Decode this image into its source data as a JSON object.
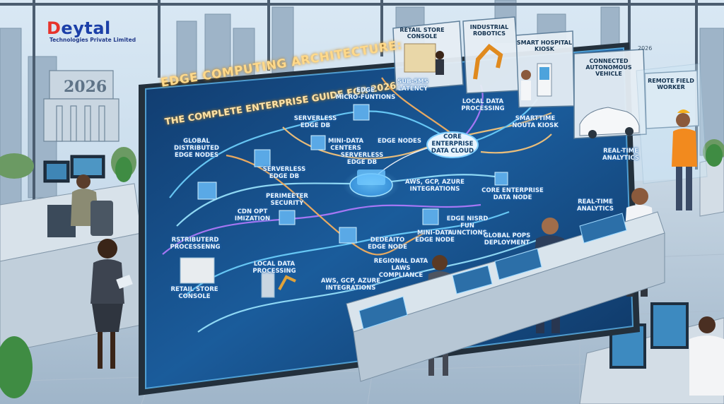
{
  "brand": {
    "name": "eytal",
    "subtitle": "Technologies Private Limited",
    "colors": {
      "primary": "#1b3fa8",
      "accent": "#e7332b"
    }
  },
  "title": {
    "line1": "Edge Computing Architecture:",
    "line2": "The Complete Enterprise Guide for 2026"
  },
  "background": {
    "building_sign": "2026",
    "building_sign_small": "2026"
  },
  "board_labels": {
    "global_edge_nodes": "Global\nDistributed\nEdge Nodes",
    "serverless_edge_db_top": "Serverless\nEdge DB",
    "edge_micro_funtions": "Edge\nMicro-Funtions",
    "sub_5ms_latency": "Sub-5ms\nLatency",
    "local_data_processing_top": "Local Data\nProcessing",
    "smarttime_kiosk": "Smarttime\nNouta Kiosk",
    "mini_data_centers": "Mini-Data\nCenters",
    "edge_nodes": "Edge Nodes",
    "core_cloud": "Core\nEnterprise\nData Cloud",
    "serverless_edge_db_mid": "Serverless\nEdge DB",
    "serverless_edge_db_left": "Serverless\nEdge DB",
    "real_time_analytics_board": "Real-Time\nAnalytics",
    "aws_gcp_azure_mid": "AWS, GCP, Azure\nIntegrations",
    "perimeter_security": "Perimeeter\nSecurity",
    "core_enterprise_data_node": "Core Enterprise\nData Node",
    "cdn_optimization": "CDN Opt\nimization",
    "edge_hybrid_functions": "Edge Nisrd\nFun Functions",
    "distributed_processing": "Rstributerd\nProcessenng",
    "dedicated_edge_node": "Dedeaito\nEdge Node",
    "mini_data_edge_node": "Mini-Data\nEdge Node",
    "local_data_processing_bottom": "Local Data\nProcessing",
    "regional_data_laws": "Regional Data\nLaws\nCompliance",
    "aws_gcp_azure_bottom": "AWS, GCP, Azure\nIntegrations",
    "retail_store_console_bottom": "Retail Store\nConsole"
  },
  "device_cards": {
    "retail_store_console": "Retail Store\nConsole",
    "industrial_robotics": "Industrial\nRobotics",
    "smart_hospital_kiosk": "Smart Hospital\nKiosk",
    "connected_vehicle": "Connected\nAutonomous Vehicle",
    "remote_field_worker": "Remote Field\nWorker"
  },
  "desk_labels": {
    "real_time_analytics": "Real-Time\nAnalytics",
    "global_pops_deployment": "Global Pops\nDeployment"
  }
}
